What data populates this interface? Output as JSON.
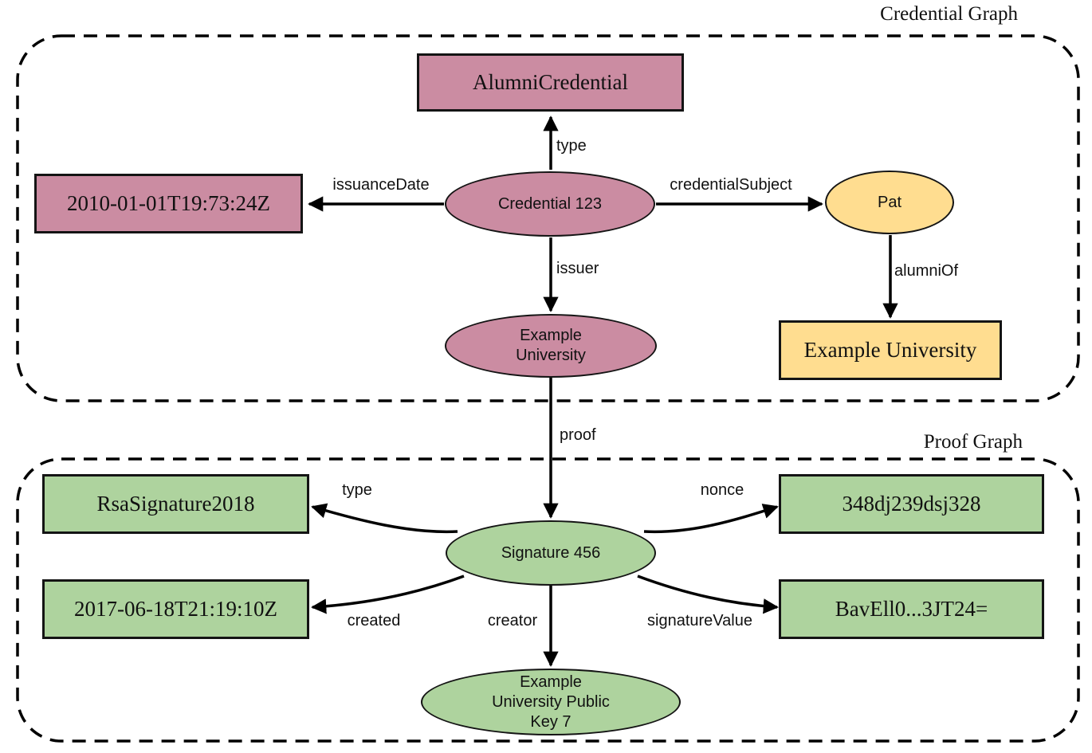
{
  "credential_graph": {
    "title": "Credential Graph",
    "nodes": {
      "alumni_credential": "AlumniCredential",
      "issuance_date": "2010-01-01T19:73:24Z",
      "credential": "Credential 123",
      "subject": "Pat",
      "issuer_university": [
        "Example",
        "University"
      ],
      "subject_alma_mater": "Example University"
    },
    "edge_labels": {
      "type": "type",
      "issuance_date": "issuanceDate",
      "credential_subject": "credentialSubject",
      "issuer": "issuer",
      "alumni_of": "alumniOf"
    }
  },
  "proof_graph": {
    "title": "Proof Graph",
    "nodes": {
      "signature_type": "RsaSignature2018",
      "created_date": "2017-06-18T21:19:10Z",
      "signature": "Signature 456",
      "nonce_value": "348dj239dsj328",
      "signature_value": "BavEll0...3JT24=",
      "public_key": [
        "Example",
        "University Public",
        "Key 7"
      ]
    },
    "edge_labels": {
      "proof": "proof",
      "type": "type",
      "nonce": "nonce",
      "created": "created",
      "creator": "creator",
      "signature_value": "signatureValue"
    }
  },
  "colors": {
    "credential_fill": "#CB8CA2",
    "subject_fill": "#FFDD90",
    "proof_fill": "#AED39E",
    "stroke": "#141414",
    "edge": "#000000"
  }
}
